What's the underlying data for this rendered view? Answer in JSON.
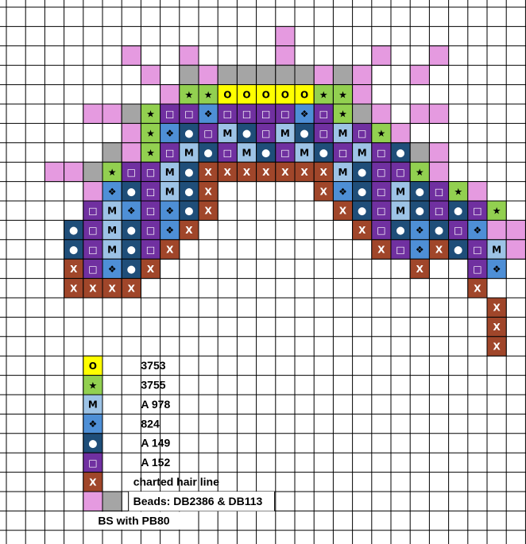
{
  "colors": {
    "pink": "#e59ae0",
    "gray": "#a5a5a5",
    "yellow": "#ffff00",
    "green": "#92d050",
    "lightblue": "#9dc3e6",
    "blue": "#4e8fd6",
    "navy": "#1f4e79",
    "purple": "#7030a0",
    "brown": "#a0462a",
    "gridline": "#000000"
  },
  "symbols": {
    "yellow": "O",
    "green": "★",
    "lightblue": "M",
    "blue": "❖",
    "navy": "●",
    "purple": "□",
    "brown": "X"
  },
  "chart": {
    "rows": [
      "................................",
      "..............P.................",
      "......P..P....P....P..P.........",
      ".......P.GPGGGGGPGP..P..........",
      "........PTTYYYYYTTP.............",
      "....PPGTUUDUUUUDUTGP.PP.........",
      "......PTDNUMNUMNUMUTP...........",
      ".....GPTUMNUMNUMNUMUNGP.........",
      "..PPGTUUMNXXXXXXXMNUUTP.........",
      "....PDNUMNX.....XDNUMNUTP.......",
      "....UMDUDNX......XNUMNUNUT......",
      "...NUMNUDX........XUNDNUDPP.....",
      "...NUMNUX..........XUDXNUMP.....",
      "...XUDNX.............X..UD......",
      "...XXXX.................X.......",
      ".........................X......",
      ".........................X......",
      ".........................X......",
      "................................"
    ]
  },
  "legend": [
    {
      "key": "yellow",
      "label": "3753"
    },
    {
      "key": "green",
      "label": "3755"
    },
    {
      "key": "lightblue",
      "label": "A 978"
    },
    {
      "key": "blue",
      "label": "824"
    },
    {
      "key": "navy",
      "label": "A 149"
    },
    {
      "key": "purple",
      "label": "A 152"
    },
    {
      "key": "brown",
      "label": "charted hair line"
    }
  ],
  "beads_label": "Beads: DB2386 & DB113",
  "footer_label": "BS with PB80"
}
